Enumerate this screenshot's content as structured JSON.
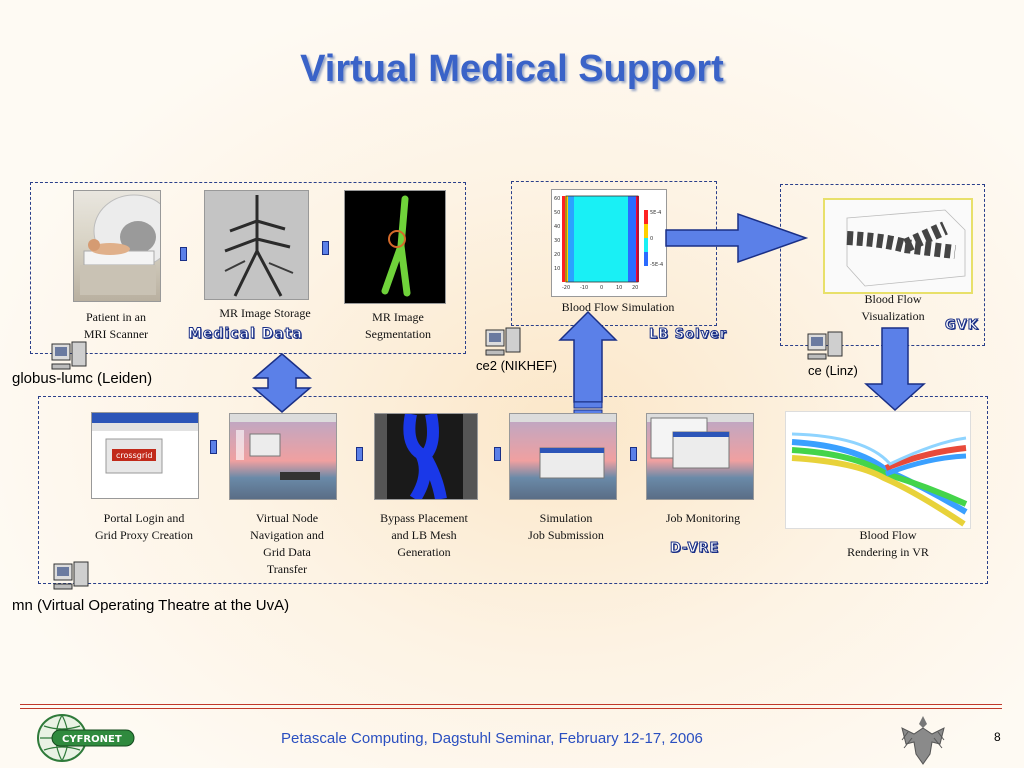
{
  "title": "Virtual Medical Support",
  "top_row": {
    "patient_caption": "Patient in an\nMRI Scanner",
    "storage_caption": "MR Image Storage",
    "segmentation_caption": "MR Image\nSegmentation",
    "medical_data_badge": "Medical Data",
    "site_label": "globus-lumc (Leiden)"
  },
  "solver": {
    "caption": "Blood Flow Simulation",
    "badge": "LB Solver",
    "site_label": "ce2 (NIKHEF)"
  },
  "visualization": {
    "caption": "Blood Flow\nVisualization",
    "badge": "GVK",
    "site_label": "ce (Linz)"
  },
  "bottom_row": {
    "steps": [
      "Portal Login and\nGrid Proxy Creation",
      "Virtual Node\nNavigation and\nGrid Data\nTransfer",
      "Bypass Placement\nand LB Mesh\nGeneration",
      "Simulation\nJob  Submission",
      "Job Monitoring"
    ],
    "vr_caption": "Blood Flow\nRendering in VR",
    "dvre_badge": "D-VRE",
    "site_label": "mn (Virtual Operating Theatre at the UvA)",
    "portal_logo_text": "crossgrid"
  },
  "footer": {
    "text": "Petascale Computing, Dagstuhl Seminar, February 12-17, 2006",
    "page_number": "8",
    "logo_text": "CYFRONET"
  },
  "sim_axis": {
    "x_ticks": [
      "-20",
      "-10",
      "0",
      "10",
      "20"
    ],
    "y_ticks": [
      "60",
      "50",
      "40",
      "30",
      "20",
      "10"
    ],
    "legend_ticks": [
      "5E-4",
      "0",
      "-5E-4"
    ]
  },
  "colors": {
    "title": "#3a63c8",
    "arrow_fill": "#5b80e8",
    "arrow_stroke": "#1a2f86",
    "footer_text": "#2a4fc0",
    "rule": "#c0392b"
  }
}
